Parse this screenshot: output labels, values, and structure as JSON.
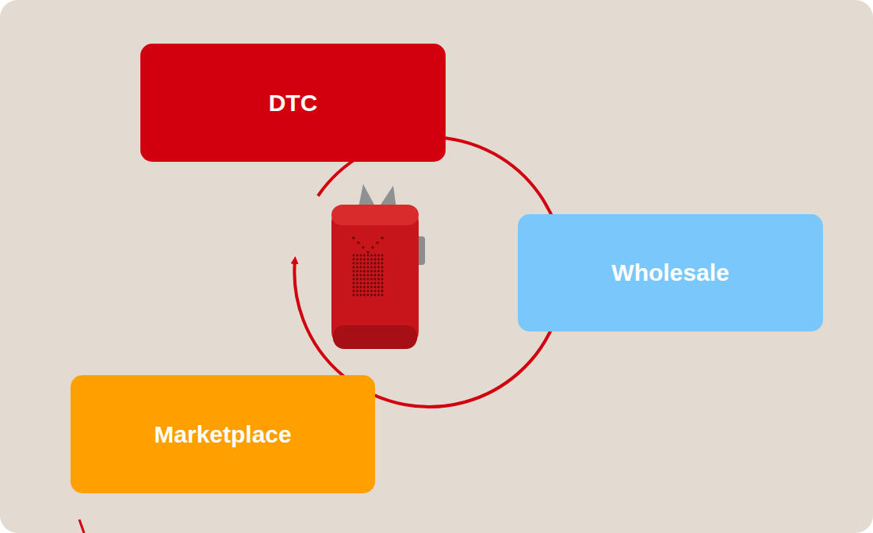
{
  "diagram": {
    "nodes": [
      {
        "text": [
          "DTC"
        ]
      },
      {
        "text": [
          "Wholesale"
        ]
      },
      {
        "text": [
          "Marketplace"
        ]
      }
    ]
  }
}
